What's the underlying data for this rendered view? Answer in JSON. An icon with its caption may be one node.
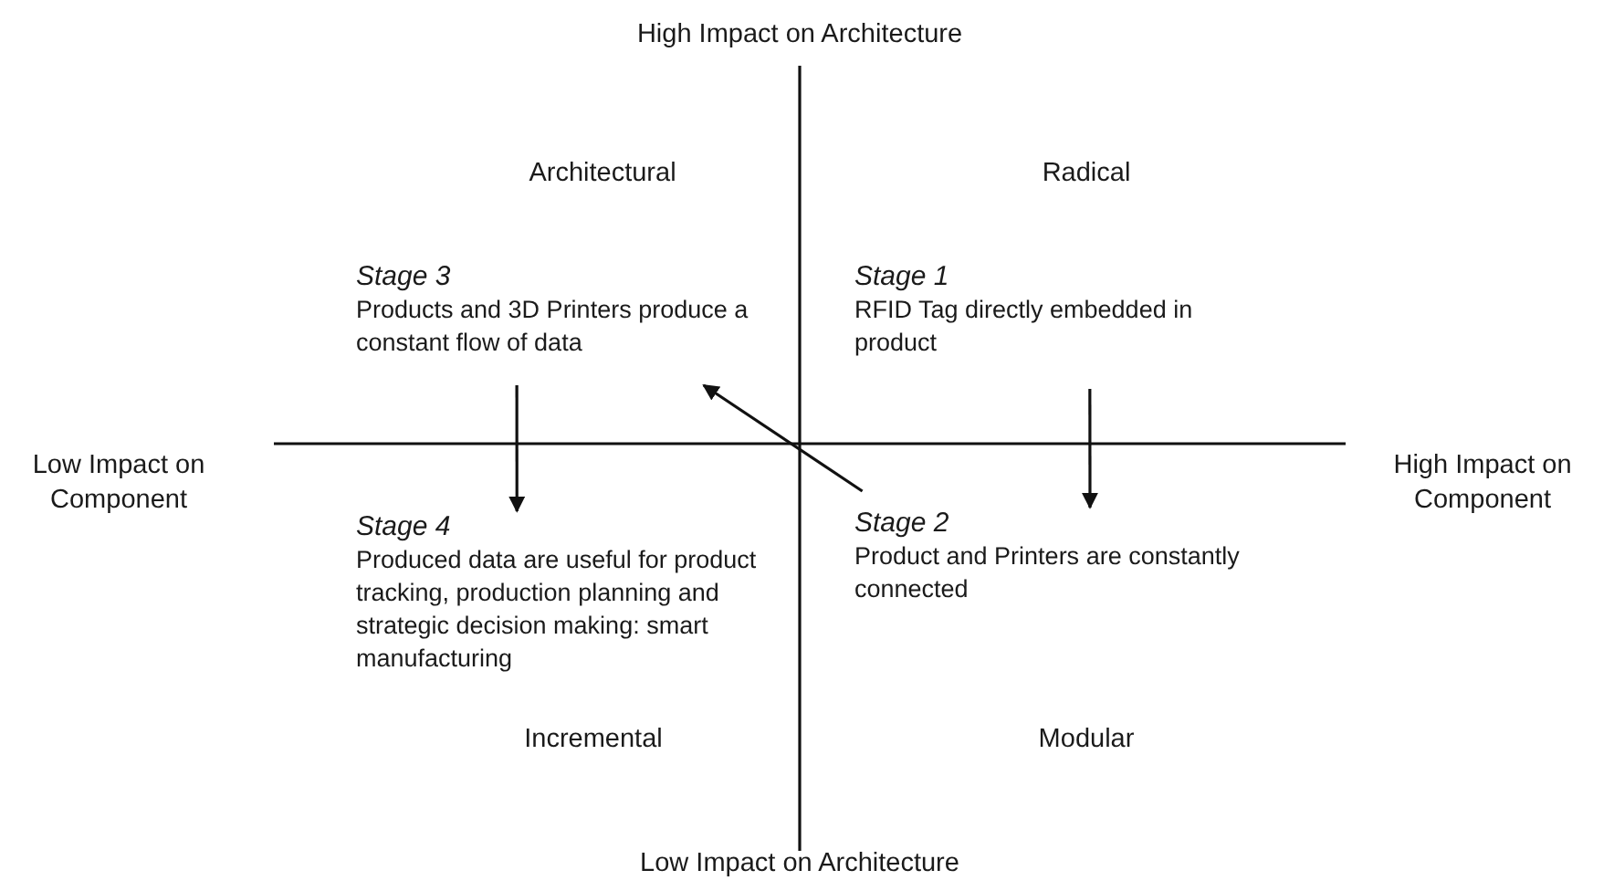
{
  "diagram": {
    "nodes": [
      {
        "text": [
          "Stage 1",
          "RFID Tag directly embedded in product"
        ]
      },
      {
        "text": [
          "Stage 2",
          "Product and Printers are constantly connected"
        ]
      },
      {
        "text": [
          "Stage 3",
          "Products and 3D Printers produce a constant flow of data"
        ]
      },
      {
        "text": [
          "Stage 4",
          "Produced data are useful for product tracking, production planning and strategic decision making: smart manufacturing"
        ]
      }
    ],
    "edges": [
      {
        "from": 0,
        "to": 1,
        "arrow": "to"
      },
      {
        "from": 1,
        "to": 2,
        "arrow": "to"
      },
      {
        "from": 2,
        "to": 3,
        "arrow": "to"
      }
    ],
    "labels": [
      "High Impact on Architecture",
      "Architectural",
      "Radical",
      "Low Impact on Component",
      "High Impact on Component",
      "Incremental",
      "Modular",
      "Low Impact on Architecture"
    ]
  }
}
